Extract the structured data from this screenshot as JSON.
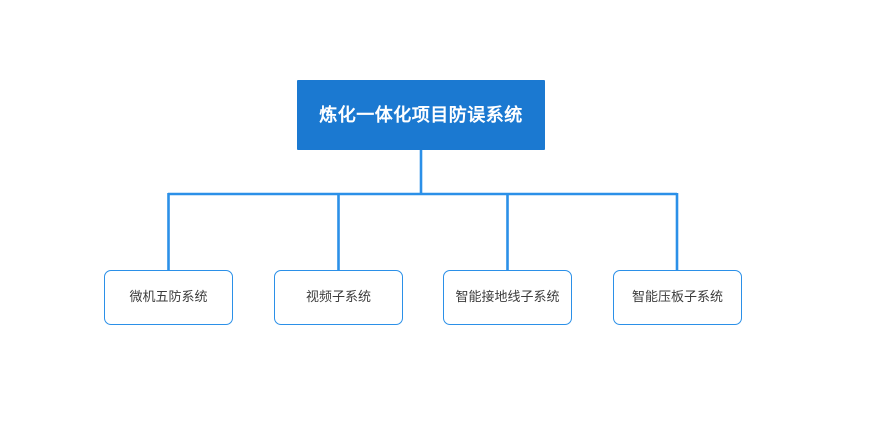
{
  "diagram": {
    "type": "organization-tree",
    "orientation": "top-down",
    "colors": {
      "root_fill": "#1b79d1",
      "root_text": "#ffffff",
      "child_border": "#2b90e8",
      "child_fill": "#ffffff",
      "child_text": "#3c3c3c",
      "connector": "#2b90e8",
      "background": "#ffffff"
    },
    "root": {
      "label": "炼化一体化项目防误系统"
    },
    "children": [
      {
        "label": "微机五防系统"
      },
      {
        "label": "视频子系统"
      },
      {
        "label": "智能接地线子系统"
      },
      {
        "label": "智能压板子系统"
      }
    ]
  }
}
